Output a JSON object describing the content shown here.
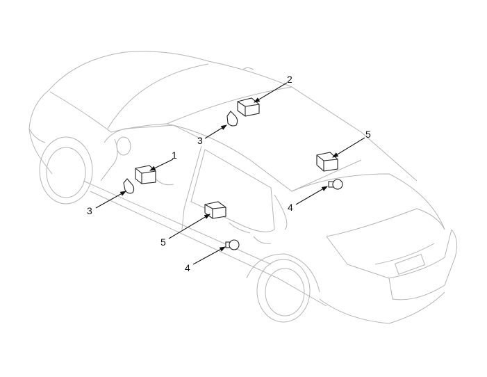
{
  "diagram": {
    "callouts": [
      {
        "id": "1",
        "label": "1"
      },
      {
        "id": "2",
        "label": "2"
      },
      {
        "id": "3a",
        "label": "3"
      },
      {
        "id": "3b",
        "label": "3"
      },
      {
        "id": "4a",
        "label": "4"
      },
      {
        "id": "4b",
        "label": "4"
      },
      {
        "id": "5a",
        "label": "5"
      },
      {
        "id": "5b",
        "label": "5"
      }
    ]
  }
}
